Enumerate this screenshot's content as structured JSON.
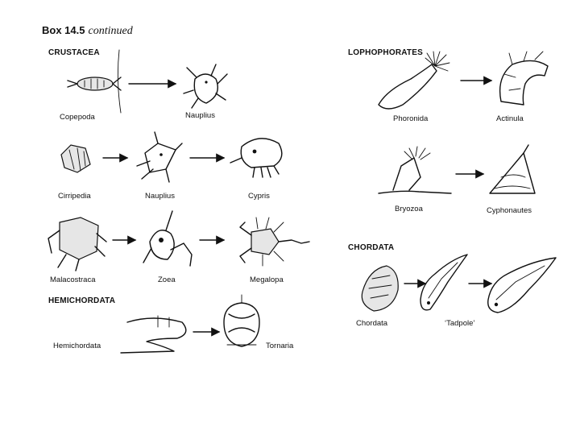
{
  "box": {
    "number": "Box 14.5",
    "status": "continued"
  },
  "groups": {
    "crustacea": "CRUSTACEA",
    "hemichordata": "HEMICHORDATA",
    "lophophorates": "LOPHOPHORATES",
    "chordata": "CHORDATA"
  },
  "labels": {
    "copepoda": "Copepoda",
    "nauplius1": "Nauplius",
    "cirripedia": "Cirripedia",
    "nauplius2": "Nauplius",
    "cypris": "Cypris",
    "malacostraca": "Malacostraca",
    "zoea": "Zoea",
    "megalopa": "Megalopa",
    "hemichordata": "Hemichordata",
    "tornaria": "Tornaria",
    "phoronida": "Phoronida",
    "actinula": "Actinula",
    "bryozoa": "Bryozoa",
    "cyphonautes": "Cyphonautes",
    "chordata": "Chordata",
    "tadpole": "‘Tadpole’"
  }
}
